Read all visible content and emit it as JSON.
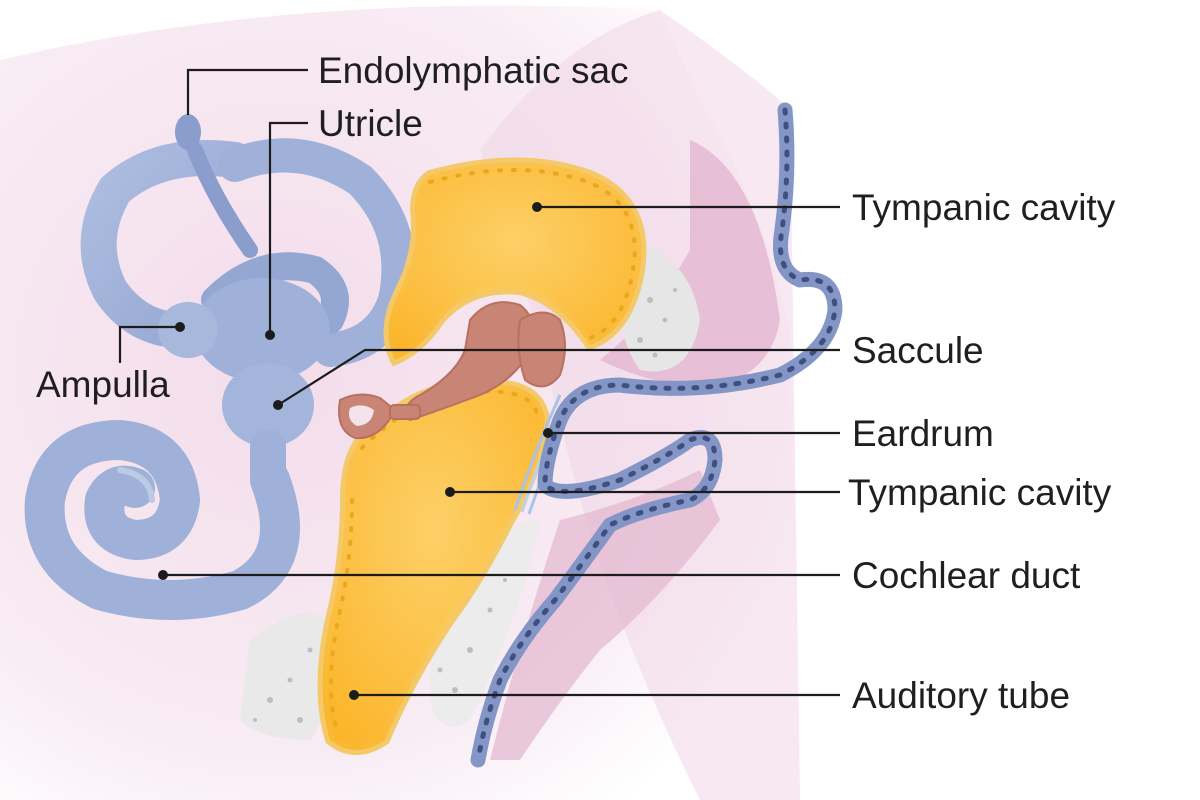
{
  "labels": {
    "endolymphatic_sac": "Endolymphatic sac",
    "utricle": "Utricle",
    "ampulla": "Ampulla",
    "tympanic_cavity_upper": "Tympanic cavity",
    "saccule": "Saccule",
    "eardrum": "Eardrum",
    "tympanic_cavity_lower": "Tympanic cavity",
    "cochlear_duct": "Cochlear duct",
    "auditory_tube": "Auditory tube"
  },
  "colors": {
    "labyrinth_blue": "#9fb1d8",
    "labyrinth_dark": "#8396c6",
    "cavity_yellow": "#fbb52a",
    "cavity_light": "#fdd06a",
    "ossicle_brown": "#c88474",
    "tissue_pink": "#e9c7dc",
    "tissue_light": "#f7eaf2",
    "epithelium_blue": "#7f93c4",
    "bone_gray": "#e2e2e2"
  }
}
